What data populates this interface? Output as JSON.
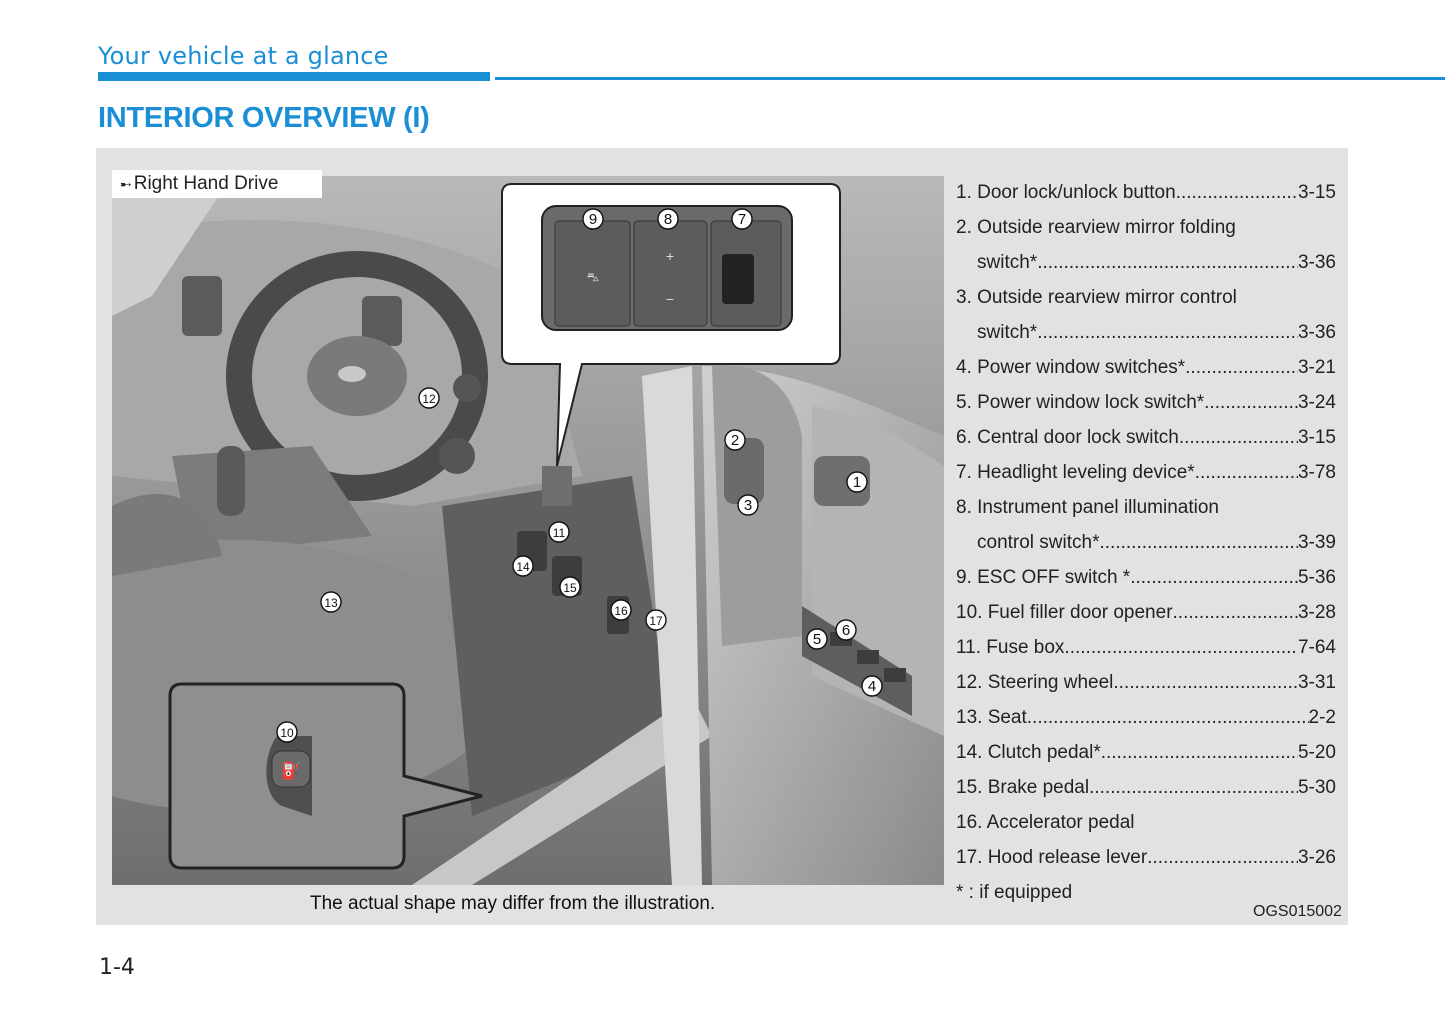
{
  "header": {
    "section": "Your vehicle at a glance",
    "title": "INTERIOR OVERVIEW (I)"
  },
  "figure": {
    "drive_label": "Right Hand Drive",
    "caption": "The actual shape may differ from the illustration.",
    "code": "OGS015002",
    "callouts": [
      "1",
      "2",
      "3",
      "4",
      "5",
      "6",
      "7",
      "8",
      "9",
      "10",
      "11",
      "12",
      "13",
      "14",
      "15",
      "16",
      "17"
    ]
  },
  "legend": [
    {
      "label": "1. Door lock/unlock button",
      "page": "3-15"
    },
    {
      "label": "2. Outside rearview mirror folding",
      "cont": "switch*",
      "page": "3-36"
    },
    {
      "label": "3. Outside rearview mirror control",
      "cont": "switch*",
      "page": "3-36"
    },
    {
      "label": "4. Power window switches*",
      "page": "3-21"
    },
    {
      "label": "5. Power window lock switch*",
      "page": "3-24"
    },
    {
      "label": "6. Central door lock switch",
      "page": "3-15"
    },
    {
      "label": "7. Headlight leveling device*",
      "page": "3-78"
    },
    {
      "label": "8. Instrument panel illumination",
      "cont": "control switch*",
      "page": "3-39"
    },
    {
      "label": "9. ESC OFF switch *",
      "page": "5-36"
    },
    {
      "label": "10. Fuel filler door opener",
      "page": "3-28"
    },
    {
      "label": "11. Fuse box",
      "page": "7-64"
    },
    {
      "label": "12. Steering wheel",
      "page": "3-31"
    },
    {
      "label": "13. Seat",
      "page": "2-2"
    },
    {
      "label": "14. Clutch pedal*",
      "page": "5-20"
    },
    {
      "label": "15. Brake pedal",
      "page": "5-30"
    },
    {
      "label": "16. Accelerator pedal",
      "page": ""
    },
    {
      "label": "17. Hood release lever",
      "page": "3-26"
    }
  ],
  "footnote": "* : if equipped",
  "page_number": "1-4",
  "colors": {
    "accent": "#1b8fd6",
    "panel": "#e2e2e2"
  }
}
